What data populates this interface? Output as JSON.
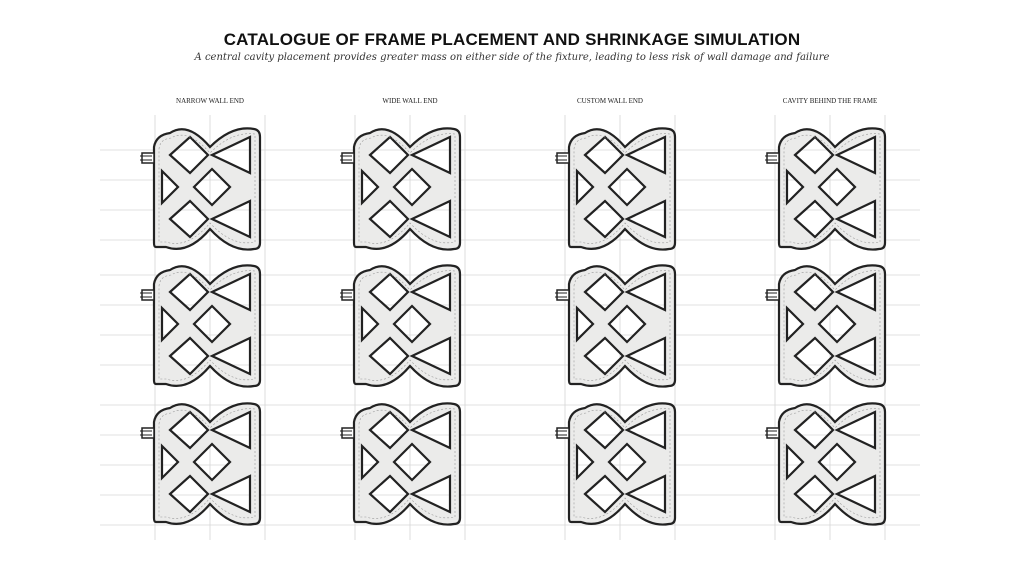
{
  "header": {
    "title": "CATALOGUE OF FRAME PLACEMENT AND SHRINKAGE SIMULATION",
    "subtitle": "A central cavity placement provides greater mass on either side of the fixture, leading to less risk of wall damage and failure"
  },
  "columns": [
    {
      "label": "NARROW WALL END"
    },
    {
      "label": "WIDE WALL END"
    },
    {
      "label": "CUSTOM WALL END"
    },
    {
      "label": "CAVITY BEHIND THE FRAME"
    }
  ],
  "colors": {
    "grid": "#d6d6d6",
    "wall_fill": "#ebebea",
    "wall_stroke": "#222222"
  }
}
